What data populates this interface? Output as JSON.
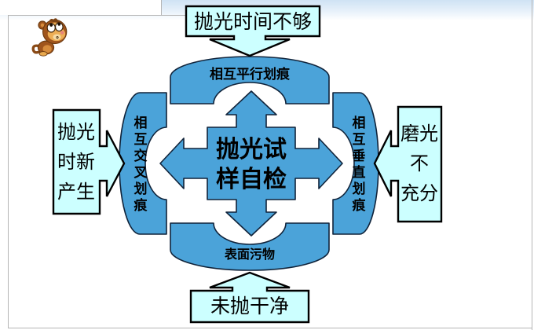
{
  "slide": {
    "background_color": "#FFFFFF",
    "top_gradient_color": "#CFE2F4"
  },
  "diagram": {
    "colors": {
      "arrow_blue": "#4BA3D9",
      "callout_fill": "#CCFFFF",
      "outline_dark": "#10233A",
      "callout_border": "#000000",
      "text": "#000000"
    },
    "center": {
      "line1": "抛光试",
      "line2": "样自检"
    },
    "arc_top_label": "相互平行划痕",
    "arc_bottom_label": "表面污物",
    "arc_left_chars": [
      "相",
      "互",
      "交",
      "叉",
      "划",
      "痕"
    ],
    "arc_right_chars": [
      "相",
      "互",
      "垂",
      "直",
      "划",
      "痕"
    ],
    "callout_top_label": "抛光时间不够",
    "callout_bottom_label": "未抛干净",
    "callout_left_lines": [
      "抛光",
      "时新",
      "产生"
    ],
    "callout_right_lines": [
      "磨光",
      "不",
      "充分"
    ]
  },
  "icons": {
    "monkey": "monkey-cartoon-icon"
  }
}
